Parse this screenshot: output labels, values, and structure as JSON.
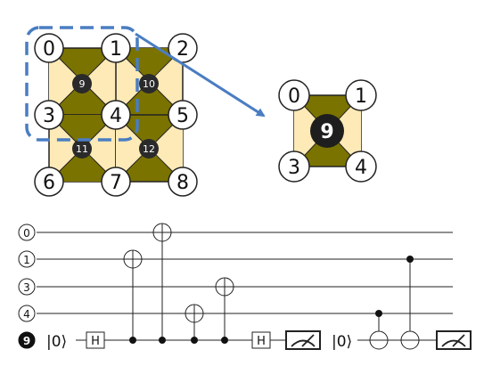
{
  "lattice": {
    "data_qubits": [
      "0",
      "1",
      "2",
      "3",
      "4",
      "5",
      "6",
      "7",
      "8"
    ],
    "ancillas": [
      "9",
      "10",
      "11",
      "12"
    ]
  },
  "zoom": {
    "data_qubits": [
      "0",
      "1",
      "3",
      "4"
    ],
    "ancilla": "9"
  },
  "circuit": {
    "wires": [
      {
        "label": "0",
        "ancilla": false
      },
      {
        "label": "1",
        "ancilla": false
      },
      {
        "label": "3",
        "ancilla": false
      },
      {
        "label": "4",
        "ancilla": false
      },
      {
        "label": "9",
        "ancilla": true
      }
    ],
    "init_ket": "|0⟩",
    "reset_ket": "|0⟩",
    "gate_h": "H",
    "colors": {
      "olive": "#7b7300",
      "light": "#fdeab7",
      "blue": "#4a7dc2",
      "dark": "#222222"
    }
  }
}
